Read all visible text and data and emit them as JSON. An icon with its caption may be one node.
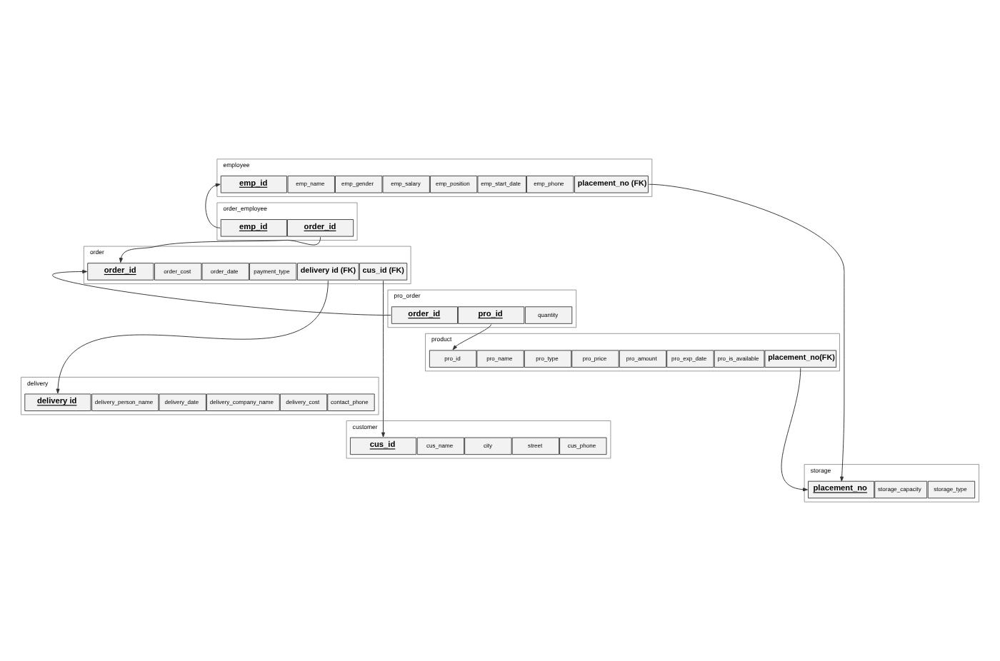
{
  "diagram": {
    "nodes": [
      {
        "text": [
          "employee"
        ]
      },
      {
        "text": [
          "emp_id"
        ],
        "in": 0
      },
      {
        "text": [
          "emp_name"
        ],
        "in": 0
      },
      {
        "text": [
          "emp_gender"
        ],
        "in": 0
      },
      {
        "text": [
          "emp_salary"
        ],
        "in": 0
      },
      {
        "text": [
          "emp_position"
        ],
        "in": 0
      },
      {
        "text": [
          "emp_start_date"
        ],
        "in": 0
      },
      {
        "text": [
          "emp_phone"
        ],
        "in": 0
      },
      {
        "text": [
          "placement_no (FK)"
        ],
        "in": 0
      },
      {
        "text": [
          "order_employee"
        ]
      },
      {
        "text": [
          "emp_id"
        ],
        "in": 9
      },
      {
        "text": [
          "order_id"
        ],
        "in": 9
      },
      {
        "text": [
          "order"
        ]
      },
      {
        "text": [
          "order_id"
        ],
        "in": 12
      },
      {
        "text": [
          "order_cost"
        ],
        "in": 12
      },
      {
        "text": [
          "order_date"
        ],
        "in": 12
      },
      {
        "text": [
          "payment_type"
        ],
        "in": 12
      },
      {
        "text": [
          "delivery id (FK)"
        ],
        "in": 12
      },
      {
        "text": [
          "cus_id (FK)"
        ],
        "in": 12
      },
      {
        "text": [
          "pro_order"
        ]
      },
      {
        "text": [
          "order_id"
        ],
        "in": 19
      },
      {
        "text": [
          "pro_id"
        ],
        "in": 19
      },
      {
        "text": [
          "quantity"
        ],
        "in": 19
      },
      {
        "text": [
          "product"
        ]
      },
      {
        "text": [
          "pro_id"
        ],
        "in": 23
      },
      {
        "text": [
          "pro_name"
        ],
        "in": 23
      },
      {
        "text": [
          "pro_type"
        ],
        "in": 23
      },
      {
        "text": [
          "pro_price"
        ],
        "in": 23
      },
      {
        "text": [
          "pro_amount"
        ],
        "in": 23
      },
      {
        "text": [
          "pro_exp_date"
        ],
        "in": 23
      },
      {
        "text": [
          "pro_is_available"
        ],
        "in": 23
      },
      {
        "text": [
          "placement_no(FK)"
        ],
        "in": 23
      },
      {
        "text": [
          "delivery"
        ]
      },
      {
        "text": [
          "delivery id"
        ],
        "in": 32
      },
      {
        "text": [
          "delivery_person_name"
        ],
        "in": 32
      },
      {
        "text": [
          "delivery_date"
        ],
        "in": 32
      },
      {
        "text": [
          "delivery_company_name"
        ],
        "in": 32
      },
      {
        "text": [
          "delivery_cost"
        ],
        "in": 32
      },
      {
        "text": [
          "contact_phone"
        ],
        "in": 32
      },
      {
        "text": [
          "customer"
        ]
      },
      {
        "text": [
          "cus_id"
        ],
        "in": 39
      },
      {
        "text": [
          "cus_name"
        ],
        "in": 39
      },
      {
        "text": [
          "city"
        ],
        "in": 39
      },
      {
        "text": [
          "street"
        ],
        "in": 39
      },
      {
        "text": [
          "cus_phone"
        ],
        "in": 39
      },
      {
        "text": [
          "storage"
        ]
      },
      {
        "text": [
          "placement_no"
        ],
        "in": 45
      },
      {
        "text": [
          "storage_capacity"
        ],
        "in": 45
      },
      {
        "text": [
          "storage_type"
        ],
        "in": 45
      }
    ],
    "edges": [
      {
        "from": 10,
        "to": 1,
        "arrow": "to"
      },
      {
        "from": 11,
        "to": 13,
        "arrow": "to"
      },
      {
        "from": 20,
        "to": 13,
        "arrow": "to"
      },
      {
        "from": 21,
        "to": 24,
        "arrow": "to"
      },
      {
        "from": 17,
        "to": 33,
        "arrow": "to"
      },
      {
        "from": 18,
        "to": 40,
        "arrow": "to"
      },
      {
        "from": 31,
        "to": 46,
        "arrow": "to"
      },
      {
        "from": 8,
        "to": 46,
        "arrow": "to"
      }
    ]
  }
}
